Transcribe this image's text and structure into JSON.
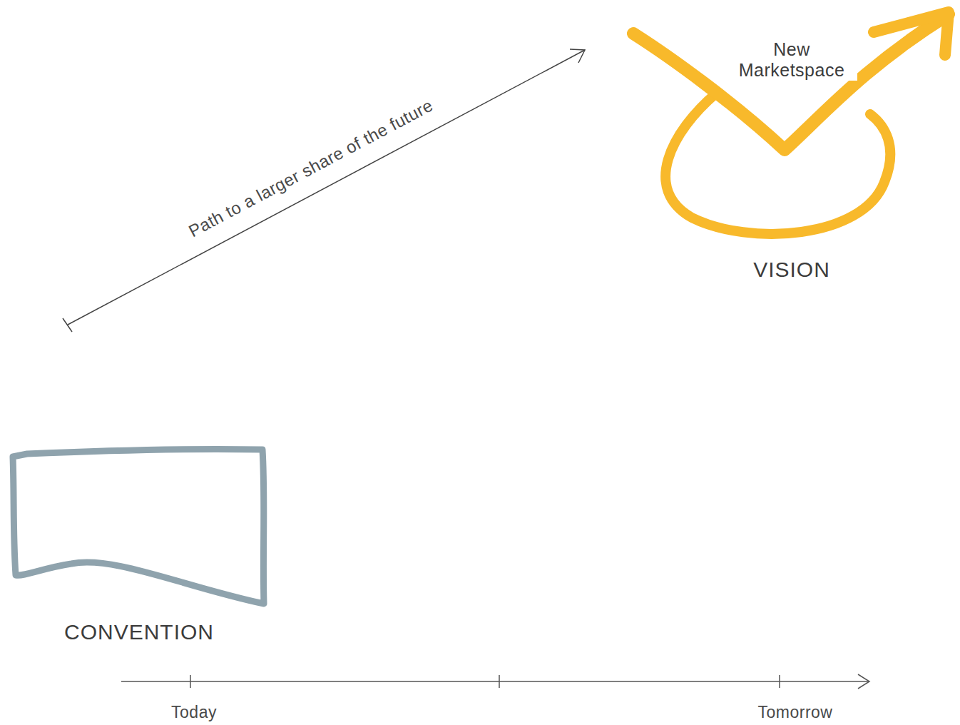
{
  "diagram": {
    "nodes": [
      {
        "text": [
          "CONVENTION"
        ]
      },
      {
        "text": [
          "New Marketspace",
          "VISION"
        ]
      }
    ],
    "labels": [
      "Path to a larger share of the future",
      "Today",
      "Tomorrow"
    ]
  }
}
